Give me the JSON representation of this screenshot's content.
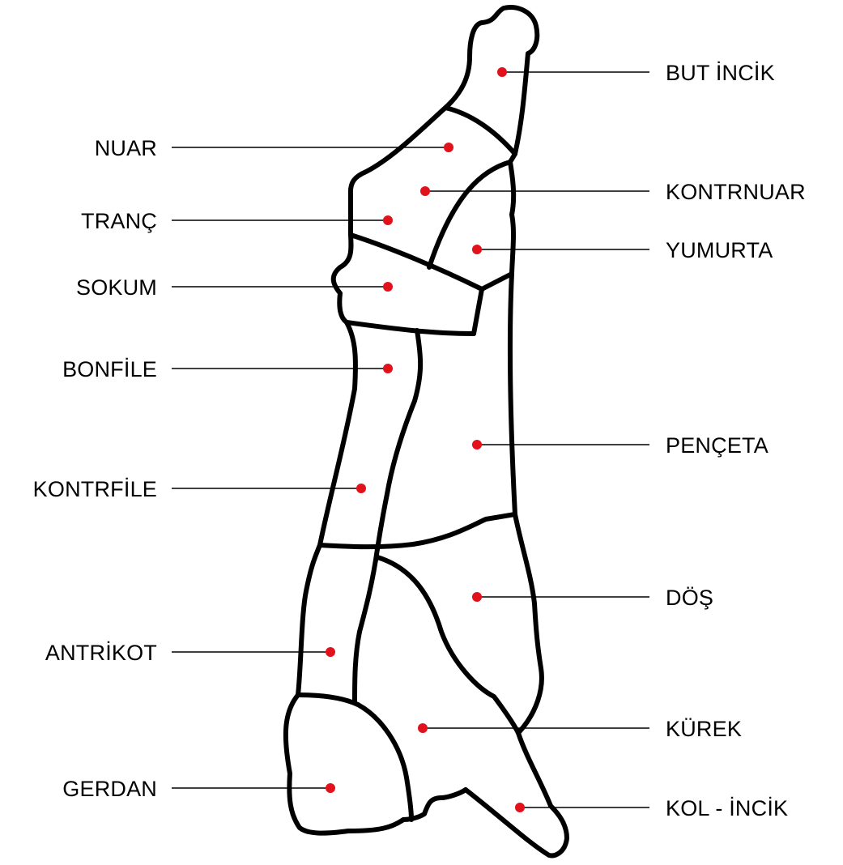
{
  "colors": {
    "outline": "#000000",
    "marker": "#e1121b",
    "background": "#ffffff"
  },
  "cuts": {
    "but_incik": "BUT İNCİK",
    "nuar": "NUAR",
    "kontrnuar": "KONTRNUAR",
    "tranc": "TRANÇ",
    "yumurta": "YUMURTA",
    "sokum": "SOKUM",
    "bonfile": "BONFİLE",
    "penceta": "PENÇETA",
    "kontrfile": "KONTRFİLE",
    "dos": "DÖŞ",
    "antrikot": "ANTRİKOT",
    "kurek": "KÜREK",
    "gerdan": "GERDAN",
    "kol_incik": "KOL - İNCİK"
  }
}
